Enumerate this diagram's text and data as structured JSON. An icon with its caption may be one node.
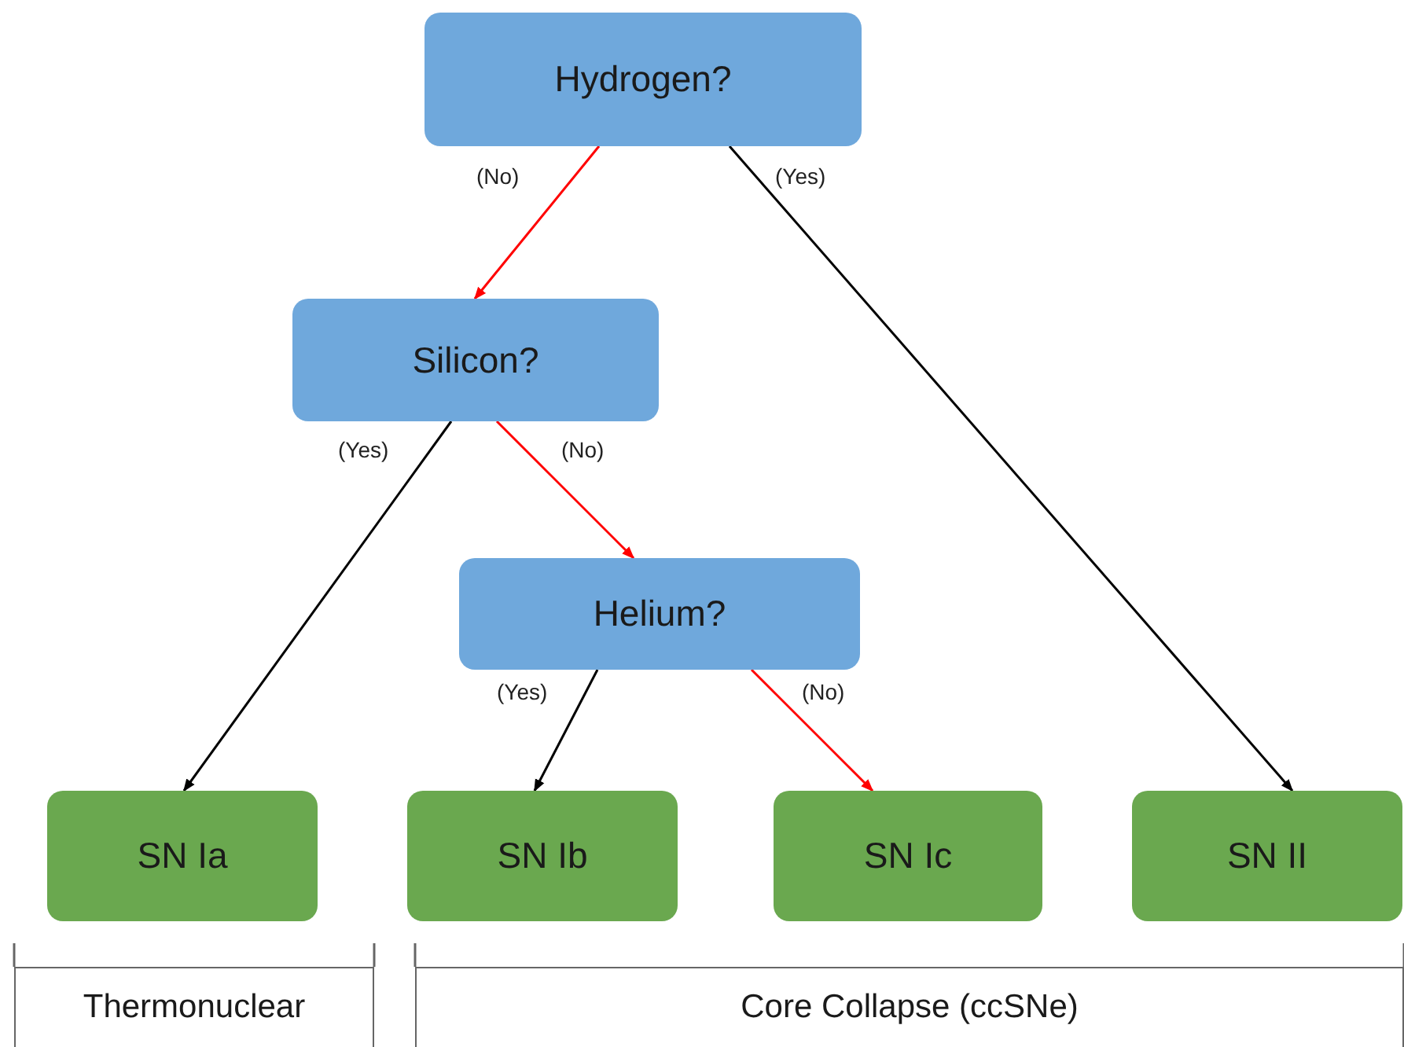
{
  "diagram": {
    "nodes": [
      {
        "text": [
          "Hydrogen?"
        ]
      },
      {
        "text": [
          "Silicon?"
        ]
      },
      {
        "text": [
          "Helium?"
        ]
      },
      {
        "text": [
          "SN Ia"
        ]
      },
      {
        "text": [
          "SN Ib"
        ]
      },
      {
        "text": [
          "SN Ic"
        ]
      },
      {
        "text": [
          "SN II"
        ]
      },
      {
        "text": [
          "Thermonuclear"
        ]
      },
      {
        "text": [
          "Core Collapse (ccSNe)"
        ]
      }
    ],
    "edges": [
      {
        "from": 0,
        "to": 1,
        "arrow": "to",
        "label": "(No)",
        "color": "#ff0000"
      },
      {
        "from": 0,
        "to": 6,
        "arrow": "to",
        "label": "(Yes)",
        "color": "#000000"
      },
      {
        "from": 1,
        "to": 3,
        "arrow": "to",
        "label": "(Yes)",
        "color": "#000000"
      },
      {
        "from": 1,
        "to": 2,
        "arrow": "to",
        "label": "(No)",
        "color": "#ff0000"
      },
      {
        "from": 2,
        "to": 4,
        "arrow": "to",
        "label": "(Yes)",
        "color": "#000000"
      },
      {
        "from": 2,
        "to": 5,
        "arrow": "to",
        "label": "(No)",
        "color": "#ff0000"
      }
    ]
  }
}
